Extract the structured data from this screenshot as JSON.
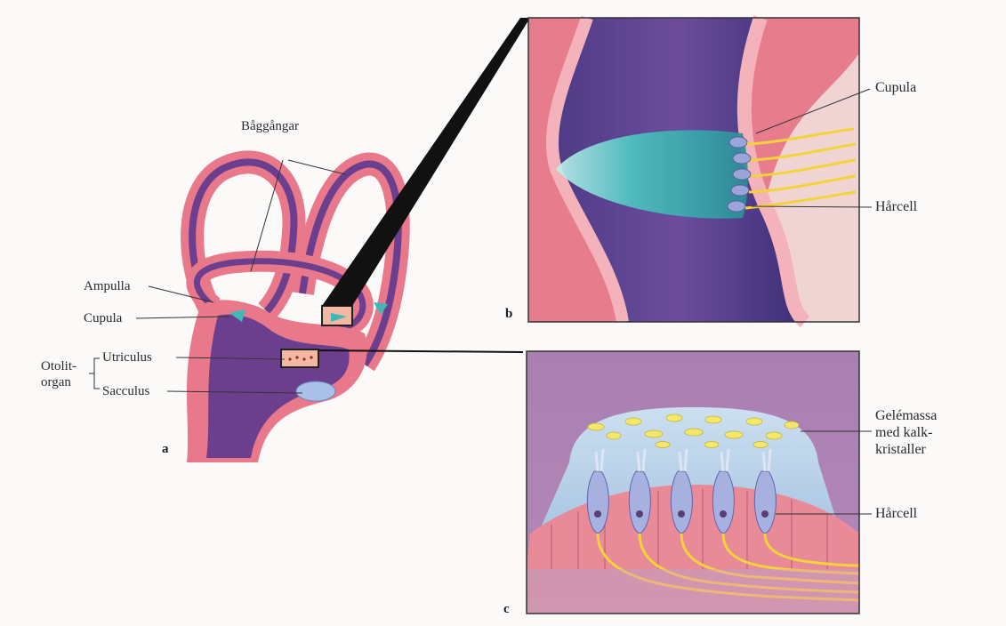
{
  "panel_a": {
    "letter": "a",
    "labels": {
      "baggangar": "Båggångar",
      "ampulla": "Ampulla",
      "cupula": "Cupula",
      "otolit_line1": "Otolit-",
      "otolit_line2": "organ",
      "utriculus": "Utriculus",
      "sacculus": "Sacculus"
    }
  },
  "panel_b": {
    "letter": "b",
    "labels": {
      "cupula": "Cupula",
      "harcell": "Hårcell"
    }
  },
  "panel_c": {
    "letter": "c",
    "labels": {
      "gelemassa_line1": "Gelémassa",
      "gelemassa_line2": "med kalk-",
      "gelemassa_line3": "kristaller",
      "harcell": "Hårcell"
    }
  },
  "colors": {
    "tissue_pink": "#e8788a",
    "lumen_purple": "#6b3f8e",
    "cupula_teal": "#3fb8b8",
    "nerve_yellow": "#f2d33a",
    "hair_cell_blue": "#9aa6d8",
    "background": "#fbfaf8"
  }
}
